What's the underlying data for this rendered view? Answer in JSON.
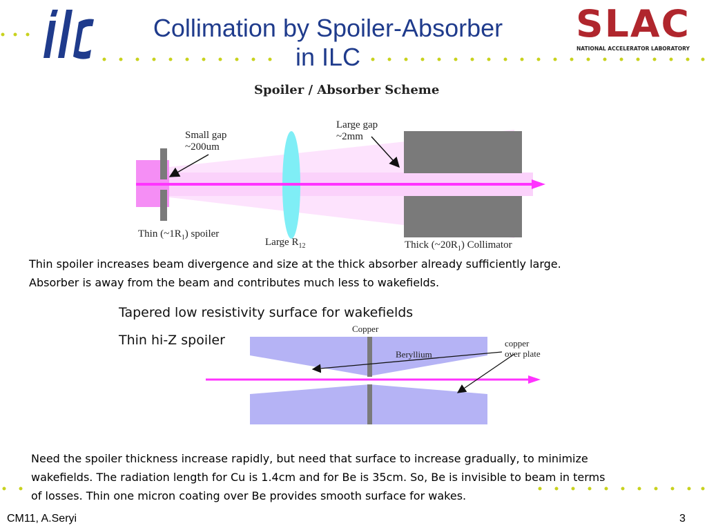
{
  "header": {
    "title_line1": "Collimation by Spoiler-Absorber",
    "title_line2": "in ILC",
    "ilc_logo_text": "ilc",
    "slac_logo_text": "SLAC",
    "slac_logo_subtitle": "NATIONAL ACCELERATOR LABORATORY"
  },
  "scheme": {
    "title": "Spoiler / Absorber Scheme",
    "small_gap_line1": "Small gap",
    "small_gap_line2": "~200um",
    "large_gap_line1": "Large gap",
    "large_gap_line2": "~2mm",
    "spoiler_label_prefix": "Thin (~1R",
    "spoiler_label_sub": "1",
    "spoiler_label_suffix": ") spoiler",
    "lens_label_prefix": "Large R",
    "lens_label_sub": "12",
    "collimator_label_prefix": "Thick (~20R",
    "collimator_label_sub": "1",
    "collimator_label_suffix": ") Collimator"
  },
  "paragraph1": {
    "line1": "Thin spoiler increases beam divergence and size at the thick absorber already sufficiently large.",
    "line2": "Absorber is away from the beam and contributes much less to wakefields."
  },
  "spoiler_figure": {
    "label_tapered": "Tapered low resistivity surface for wakefields",
    "label_thin": "Thin hi-Z spoiler",
    "copper": "Copper",
    "beryllium": "Beryllium",
    "copper_over_plate_line1": "copper",
    "copper_over_plate_line2": "over plate"
  },
  "paragraph2": {
    "line1": "Need the spoiler thickness increase rapidly, but need that surface to increase gradually, to minimize",
    "line2": "wakefields. The radiation length for Cu is 1.4cm and for Be is 35cm. So, Be is invisible to beam in terms",
    "line3": "of losses. Thin one micron coating over Be provides smooth surface for wakes."
  },
  "footer": {
    "author": "CM11, A.Seryi",
    "page_number": "3"
  },
  "colors": {
    "title_blue": "#1f3b8c",
    "beam_magenta": "#ff33ff",
    "cone_pink": "#fde3fd",
    "lens_cyan": "#7feef6",
    "collimator_gray": "#7a7a7a",
    "beryllium_lavender": "#b5b3f5",
    "slac_red": "#b0262d",
    "dot_yellow": "#c8d21e"
  }
}
